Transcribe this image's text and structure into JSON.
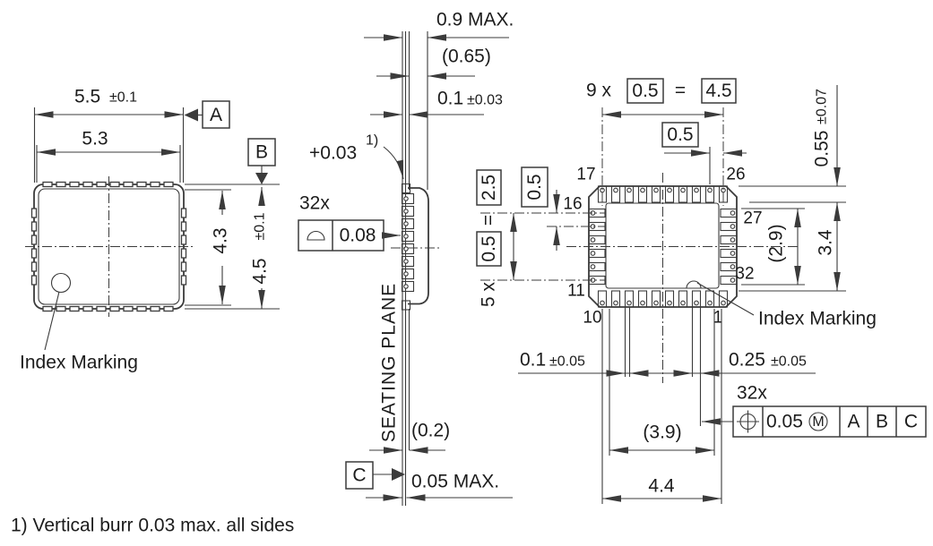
{
  "colors": {
    "line": "#3b3b3b",
    "text": "#1c1c1c",
    "background": "#ffffff"
  },
  "note": "1) Vertical burr 0.03 max. all sides",
  "top_view": {
    "index_label": "Index Marking",
    "dim_width_outer": "5.5",
    "dim_width_outer_tol": "±0.1",
    "dim_width_inner": "5.3",
    "dim_height_inner": "4.3",
    "dim_height_outer": "4.5",
    "dim_height_outer_tol": "±0.1",
    "datum_a": "A",
    "datum_b": "B"
  },
  "side_view": {
    "dim_total": "0.9 MAX.",
    "dim_body": "(0.65)",
    "dim_standoff": "0.1",
    "dim_standoff_tol": "±0.03",
    "burr": "+0.03",
    "burr_ref": "1)",
    "coplanarity_count": "32x",
    "coplanarity_symbol": "profile-of-surface",
    "coplanarity_value": "0.08",
    "seating_plane": "SEATING PLANE",
    "dim_foot": "(0.2)",
    "datum_c": "C",
    "dim_seating": "0.05 MAX."
  },
  "bottom_view": {
    "pitch_row_prefix": "9 x",
    "pitch_row_value": "0.5",
    "pitch_row_equals": "=",
    "pitch_row_total": "4.5",
    "pitch_top": "0.5",
    "pad_length": "0.55",
    "pad_length_tol": "±0.07",
    "pitch_col_prefix": "5 x",
    "pitch_col_value": "0.5",
    "pitch_col_equals": "=",
    "pitch_col_total": "2.5",
    "pitch_left": "0.5",
    "pad_span_inner": "(2.9)",
    "pad_span_outer": "3.4",
    "pins": {
      "p1": "1",
      "p10": "10",
      "p11": "11",
      "p16": "16",
      "p17": "17",
      "p26": "26",
      "p27": "27",
      "p32": "32"
    },
    "index_label": "Index Marking",
    "gap": "0.1",
    "gap_tol": "±0.05",
    "pad_width": "0.25",
    "pad_width_tol": "±0.05",
    "fcf_count": "32x",
    "fcf_symbol": "position",
    "fcf_value": "0.05",
    "fcf_modifier": "M",
    "fcf_datums": [
      "A",
      "B",
      "C"
    ],
    "span_inner": "(3.9)",
    "span_outer": "4.4"
  }
}
